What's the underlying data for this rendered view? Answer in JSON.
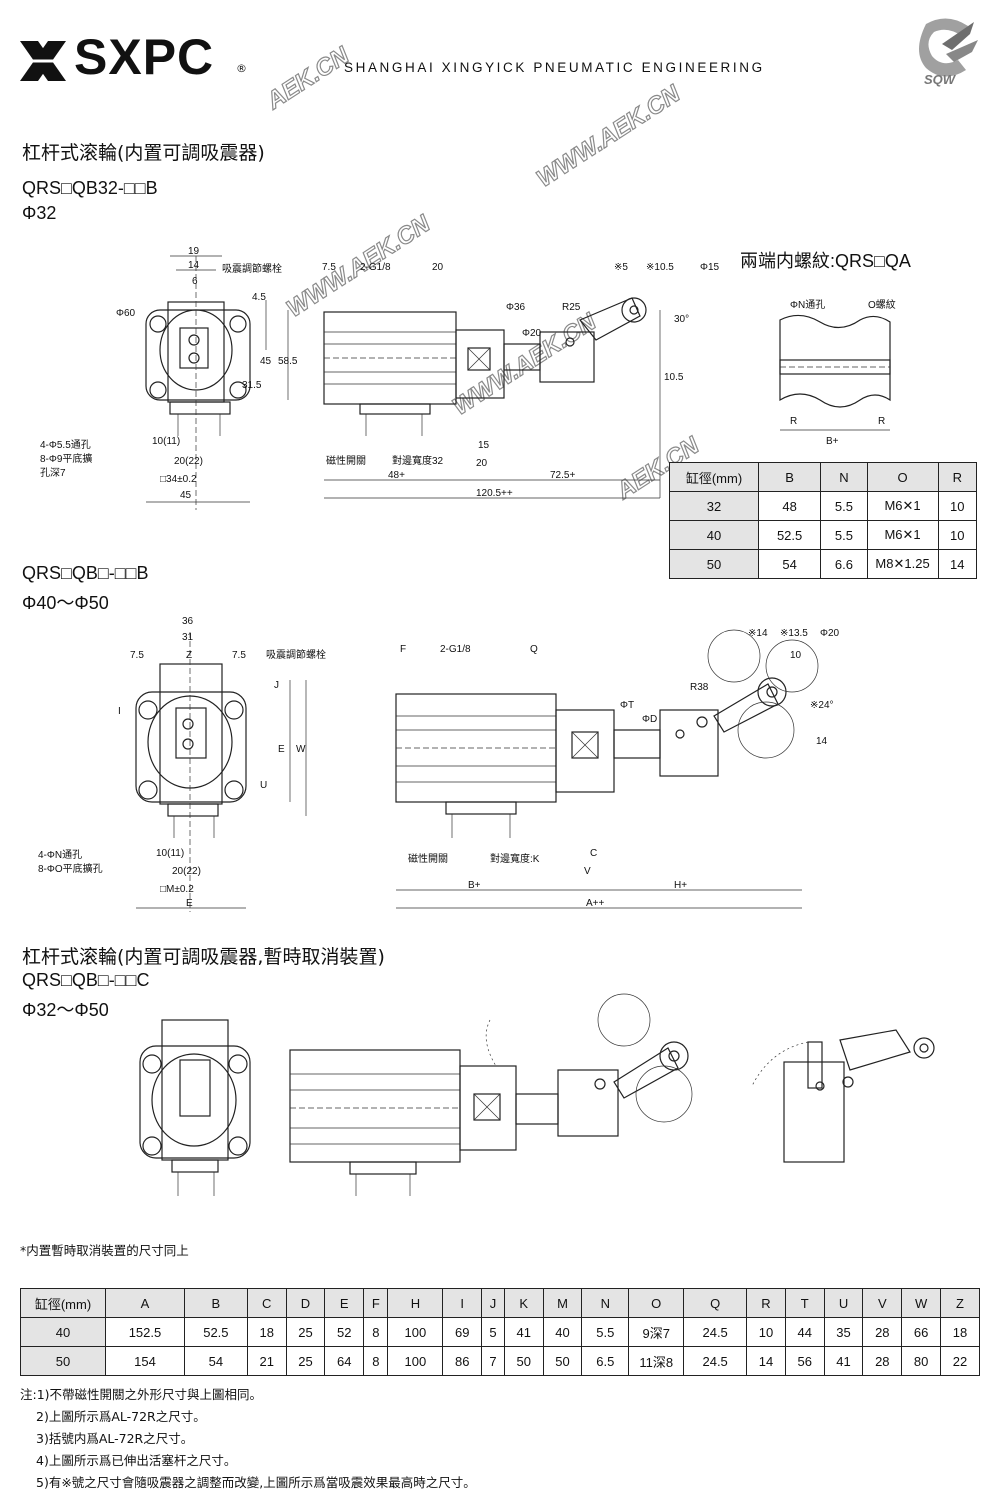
{
  "header": {
    "brand": "SXPC",
    "registered": "®",
    "tagline": "SHANGHAI XINGYICK PNEUMATIC ENGINEERING",
    "logo_text": "SQW",
    "watermark": "WWW.AEK.CN",
    "watermark_short": "AEK.CN"
  },
  "section1": {
    "title": "杠杆式滚輪(内置可調吸震器)",
    "model": "QRS□QB32-□□B",
    "bore": "Φ32",
    "labels": {
      "adjust_screw": "吸震調節螺栓",
      "hole1": "4-Φ5.5通孔",
      "hole2": "8-Φ9平底擴",
      "hole3": "孔深7",
      "mag": "磁性開關",
      "flat": "對邊寬度32",
      "g18": "2-G1/8"
    },
    "dims": [
      "19",
      "14",
      "6",
      "Φ60",
      "4.5",
      "45",
      "58.5",
      "31.5",
      "10(11)",
      "20(22)",
      "□34±0.2",
      "45",
      "7.5",
      "20",
      "Φ36",
      "Φ20",
      "R25",
      "※5",
      "※10.5",
      "Φ15",
      "30°",
      "10.5",
      "15",
      "20",
      "48+",
      "72.5+",
      "120.5++"
    ]
  },
  "thread": {
    "title": "兩端内螺紋:QRS□QA",
    "label_n": "ΦN通孔",
    "label_o": "O螺紋",
    "dim_r": "R",
    "dim_b": "B+"
  },
  "table_small": {
    "headers": [
      "缸徑(mm)",
      "B",
      "N",
      "O",
      "R"
    ],
    "rows": [
      [
        "32",
        "48",
        "5.5",
        "M6✕1",
        "10"
      ],
      [
        "40",
        "52.5",
        "5.5",
        "M6✕1",
        "10"
      ],
      [
        "50",
        "54",
        "6.6",
        "M8✕1.25",
        "14"
      ]
    ]
  },
  "section2": {
    "model": "QRS□QB□-□□B",
    "bore": "Φ40～Φ50",
    "labels": {
      "adjust_screw": "吸震調節螺栓",
      "hole1": "4-ΦN通孔",
      "hole2": "8-ΦO平底擴孔",
      "mag": "磁性開關",
      "flat": "對邊寬度:K",
      "g18": "2-G1/8"
    },
    "dims": [
      "36",
      "31",
      "7.5",
      "Z",
      "7.5",
      "I",
      "J",
      "E",
      "W",
      "U",
      "10(11)",
      "20(22)",
      "□M±0.2",
      "E",
      "F",
      "Q",
      "ΦT",
      "ΦD",
      "C",
      "V",
      "B+",
      "H+",
      "A++",
      "R38",
      "※14",
      "※13.5",
      "Φ20",
      "10",
      "※24°",
      "14"
    ]
  },
  "section3": {
    "title": "杠杆式滚輪(内置可調吸震器,暫時取消裝置)",
    "model": "QRS□QB□-□□C",
    "bore": "Φ32～Φ50"
  },
  "note_same": "*内置暫時取消裝置的尺寸同上",
  "table_big": {
    "headers": [
      "缸徑(mm)",
      "A",
      "B",
      "C",
      "D",
      "E",
      "F",
      "H",
      "I",
      "J",
      "K",
      "M",
      "N",
      "O",
      "Q",
      "R",
      "T",
      "U",
      "V",
      "W",
      "Z"
    ],
    "rows": [
      [
        "40",
        "152.5",
        "52.5",
        "18",
        "25",
        "52",
        "8",
        "100",
        "69",
        "5",
        "41",
        "40",
        "5.5",
        "9深7",
        "24.5",
        "10",
        "44",
        "35",
        "28",
        "66",
        "18"
      ],
      [
        "50",
        "154",
        "54",
        "21",
        "25",
        "64",
        "8",
        "100",
        "86",
        "7",
        "50",
        "50",
        "6.5",
        "11深8",
        "24.5",
        "14",
        "56",
        "41",
        "28",
        "80",
        "22"
      ]
    ]
  },
  "notes": [
    "注:1)不帶磁性開關之外形尺寸與上圖相同。",
    "2)上圖所示爲AL-72R之尺寸。",
    "3)括號内爲AL-72R之尺寸。",
    "4)上圖所示爲已伸出活塞杆之尺寸。",
    "5)有※號之尺寸會隨吸震器之調整而改變,上圖所示爲當吸震效果最高時之尺寸。"
  ]
}
